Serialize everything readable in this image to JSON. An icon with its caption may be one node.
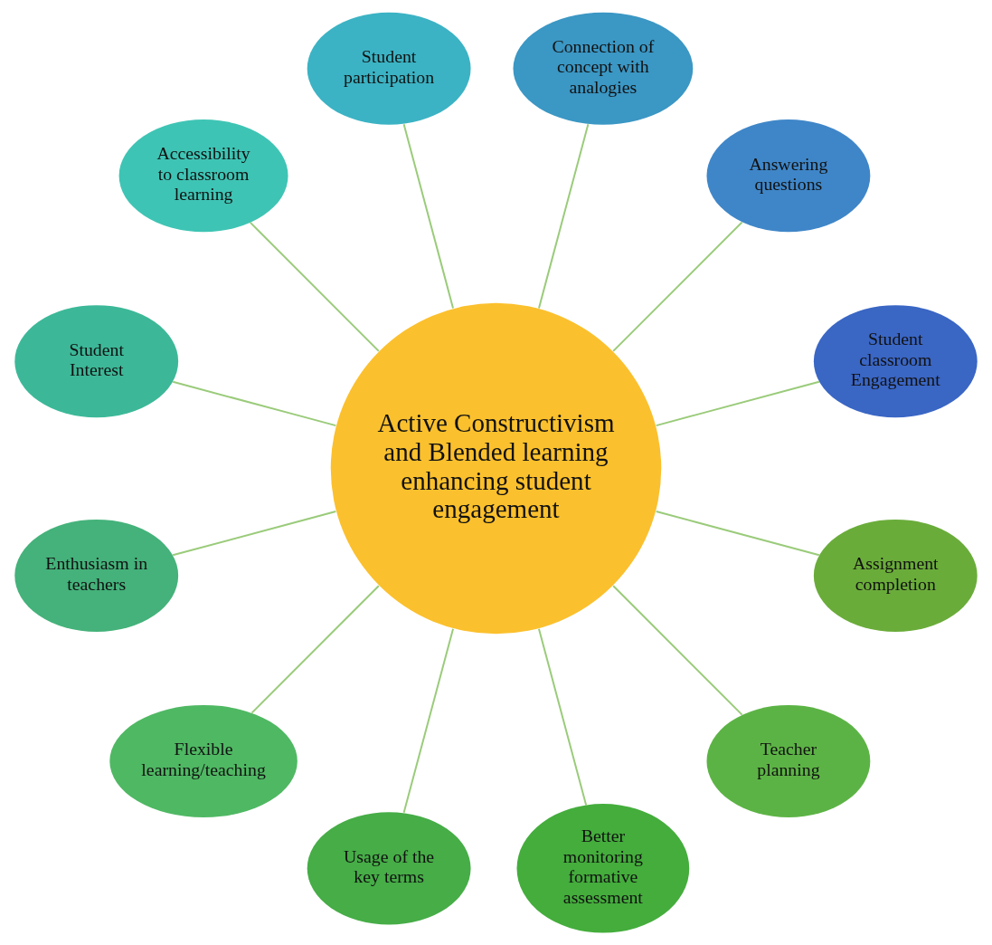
{
  "diagram": {
    "nodes": [
      {
        "text": [
          "Active Constructivism and Blended learning enhancing student engagement"
        ]
      },
      {
        "text": [
          "Student classroom Engagement"
        ]
      },
      {
        "text": [
          "Answering questions"
        ]
      },
      {
        "text": [
          "Connection of concept with analogies"
        ]
      },
      {
        "text": [
          "Student participation"
        ]
      },
      {
        "text": [
          "Accessibility to classroom learning"
        ]
      },
      {
        "text": [
          "Student Interest"
        ]
      },
      {
        "text": [
          "Enthusiasm in teachers"
        ]
      },
      {
        "text": [
          "Flexible learning/teaching"
        ]
      },
      {
        "text": [
          "Usage of the key terms"
        ]
      },
      {
        "text": [
          "Better monitoring formative assessment"
        ]
      },
      {
        "text": [
          "Teacher planning"
        ]
      },
      {
        "text": [
          "Assignment completion"
        ]
      }
    ],
    "edges": [
      {
        "from": 0,
        "to": 1,
        "arrow": "none"
      },
      {
        "from": 0,
        "to": 2,
        "arrow": "none"
      },
      {
        "from": 0,
        "to": 3,
        "arrow": "none"
      },
      {
        "from": 0,
        "to": 4,
        "arrow": "none"
      },
      {
        "from": 0,
        "to": 5,
        "arrow": "none"
      },
      {
        "from": 0,
        "to": 6,
        "arrow": "none"
      },
      {
        "from": 0,
        "to": 7,
        "arrow": "none"
      },
      {
        "from": 0,
        "to": 8,
        "arrow": "none"
      },
      {
        "from": 0,
        "to": 9,
        "arrow": "none"
      },
      {
        "from": 0,
        "to": 10,
        "arrow": "none"
      },
      {
        "from": 0,
        "to": 11,
        "arrow": "none"
      },
      {
        "from": 0,
        "to": 12,
        "arrow": "none"
      }
    ]
  }
}
